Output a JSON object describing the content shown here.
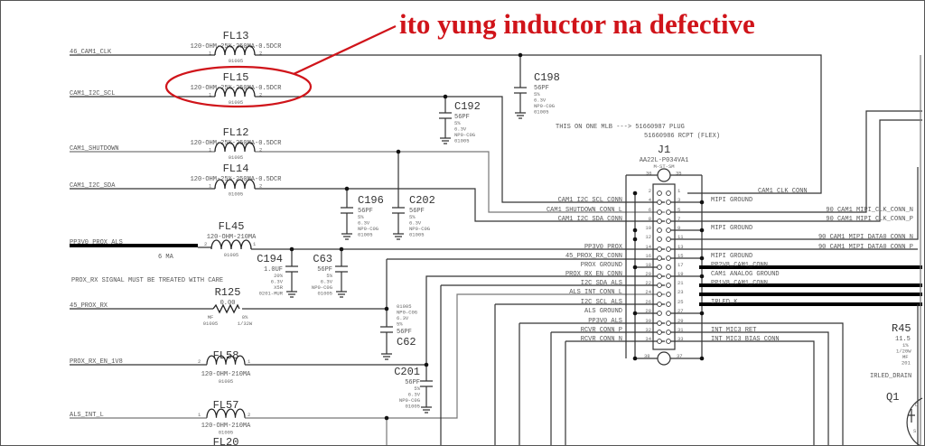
{
  "annotation": {
    "text": "ito yung inductor na defective",
    "color": "#d0141a"
  },
  "inductors": [
    {
      "ref": "FL13",
      "value": "120-OHM-25%-250MA-0.5DCR",
      "footprint": "01005",
      "pin_left": "1",
      "pin_right": "2"
    },
    {
      "ref": "FL15",
      "value": "120-OHM-25%-250MA-0.5DCR",
      "footprint": "01005",
      "pin_left": "1",
      "pin_right": "2"
    },
    {
      "ref": "FL12",
      "value": "120-OHM-25%-250MA-0.5DCR",
      "footprint": "01005",
      "pin_left": "1",
      "pin_right": "2"
    },
    {
      "ref": "FL14",
      "value": "120-OHM-25%-250MA-0.5DCR",
      "footprint": "01005",
      "pin_left": "1",
      "pin_right": "2"
    },
    {
      "ref": "FL45",
      "value": "120-OHM-210MA",
      "footprint": "01005",
      "pin_left": "2",
      "pin_right": "1"
    },
    {
      "ref": "FL58",
      "value": "120-OHM-210MA",
      "footprint": "01005",
      "pin_left": "2",
      "pin_right": "1"
    },
    {
      "ref": "FL57",
      "value": "120-OHM-210MA",
      "footprint": "01005",
      "pin_left": "1",
      "pin_right": "2"
    },
    {
      "ref": "FL20"
    }
  ],
  "capacitors": [
    {
      "ref": "C198",
      "value": "56PF",
      "tol": "5%",
      "volt": "6.3V",
      "type": "NP0-C0G",
      "fp": "01005"
    },
    {
      "ref": "C192",
      "value": "56PF",
      "tol": "5%",
      "volt": "6.3V",
      "type": "NP0-C0G",
      "fp": "01005"
    },
    {
      "ref": "C196",
      "value": "56PF",
      "tol": "5%",
      "volt": "6.3V",
      "type": "NP0-C0G",
      "fp": "01005"
    },
    {
      "ref": "C202",
      "value": "56PF",
      "tol": "5%",
      "volt": "6.3V",
      "type": "NP0-C0G",
      "fp": "01005"
    },
    {
      "ref": "C194",
      "value": "1.0UF",
      "tol": "20%",
      "volt": "6.3V",
      "type": "X5R",
      "fp": "0201-MUR"
    },
    {
      "ref": "C63",
      "value": "56PF",
      "tol": "5%",
      "volt": "6.3V",
      "type": "NP0-C0G",
      "fp": "01005"
    },
    {
      "ref": "C62",
      "value": "56PF",
      "tol": "5%",
      "volt": "6.3V",
      "type": "NP0-C0G",
      "fp": "01005"
    },
    {
      "ref": "C201",
      "value": "56PF",
      "tol": "5%",
      "volt": "6.3V",
      "type": "NP0-C0G",
      "fp": "01005"
    }
  ],
  "resistors": [
    {
      "ref": "R125",
      "value": "0.00",
      "type": "MF",
      "fp": "01005",
      "tol": "0%",
      "power": "1/32W"
    },
    {
      "ref": "R45",
      "value": "11.5",
      "tol": "1%",
      "power": "1/20W",
      "type": "MF",
      "fp": "201"
    }
  ],
  "transistor": {
    "ref": "Q1",
    "drain": "D",
    "source": "S"
  },
  "left_nets": [
    "46_CAM1_CLK",
    "CAM1_I2C_SCL",
    "CAM1_SHUTDOWN",
    "CAM1_I2C_SDA",
    "PP3V0_PROX_ALS",
    "45_PROX_RX",
    "PROX_RX_EN_1V8",
    "ALS_INT_L"
  ],
  "notes": {
    "current": "6 MA",
    "prox_rx": "PROX_RX SIGNAL MUST BE TREATED WITH CARE",
    "mlb1": "THIS ON ONE MLB --->  51660987 PLUG",
    "mlb2": "51660986 RCPT (FLEX)",
    "irled_drain": "IRLED_DRAIN"
  },
  "connector": {
    "ref": "J1",
    "part": "AA22L-P034VA1",
    "sub": "M-ST-SM",
    "top_pins": [
      "36",
      "35"
    ],
    "bottom_pins": [
      "38",
      "37"
    ],
    "rows": [
      {
        "l": "2",
        "r": "1",
        "left": "",
        "right": "CAM1_CLK_CONN"
      },
      {
        "l": "4",
        "r": "3",
        "left": "CAM1_I2C_SCL_CONN",
        "right": "MIPI GROUND"
      },
      {
        "l": "6",
        "r": "5",
        "left": "CAM1_SHUTDOWN_CONN_L",
        "right": "90_CAM1_MIPI_CLK_CONN_N"
      },
      {
        "l": "8",
        "r": "7",
        "left": "CAM1_I2C_SDA_CONN",
        "right": "90_CAM1_MIPI_CLK_CONN_P"
      },
      {
        "l": "10",
        "r": "9",
        "left": "",
        "right": "MIPI GROUND"
      },
      {
        "l": "12",
        "r": "11",
        "left": "",
        "right": "90_CAM1_MIPI_DATA0_CONN_N"
      },
      {
        "l": "14",
        "r": "13",
        "left": "PP3V0_PROX",
        "right": "90_CAM1_MIPI_DATA0_CONN_P"
      },
      {
        "l": "16",
        "r": "15",
        "left": "45_PROX_RX_CONN",
        "right": "MIPI GROUND"
      },
      {
        "l": "18",
        "r": "17",
        "left": "PROX GROUND",
        "right": "PP2V8_CAM1_CONN"
      },
      {
        "l": "20",
        "r": "19",
        "left": "PROX_RX_EN_CONN",
        "right": "CAM1 ANALOG GROUND"
      },
      {
        "l": "22",
        "r": "21",
        "left": "I2C_SDA_ALS",
        "right": "PP1V8_CAM1_CONN"
      },
      {
        "l": "24",
        "r": "23",
        "left": "ALS_INT_CONN_L",
        "right": ""
      },
      {
        "l": "26",
        "r": "25",
        "left": "I2C_SCL_ALS",
        "right": "IRLED_K"
      },
      {
        "l": "28",
        "r": "27",
        "left": "ALS GROUND",
        "right": ""
      },
      {
        "l": "30",
        "r": "29",
        "left": "PP3V0_ALS",
        "right": ""
      },
      {
        "l": "32",
        "r": "31",
        "left": "RCVR_CONN_P",
        "right": "INT_MIC3_RET"
      },
      {
        "l": "34",
        "r": "33",
        "left": "RCVR_CONN_N",
        "right": "INT_MIC3_BIAS_CONN"
      }
    ]
  }
}
